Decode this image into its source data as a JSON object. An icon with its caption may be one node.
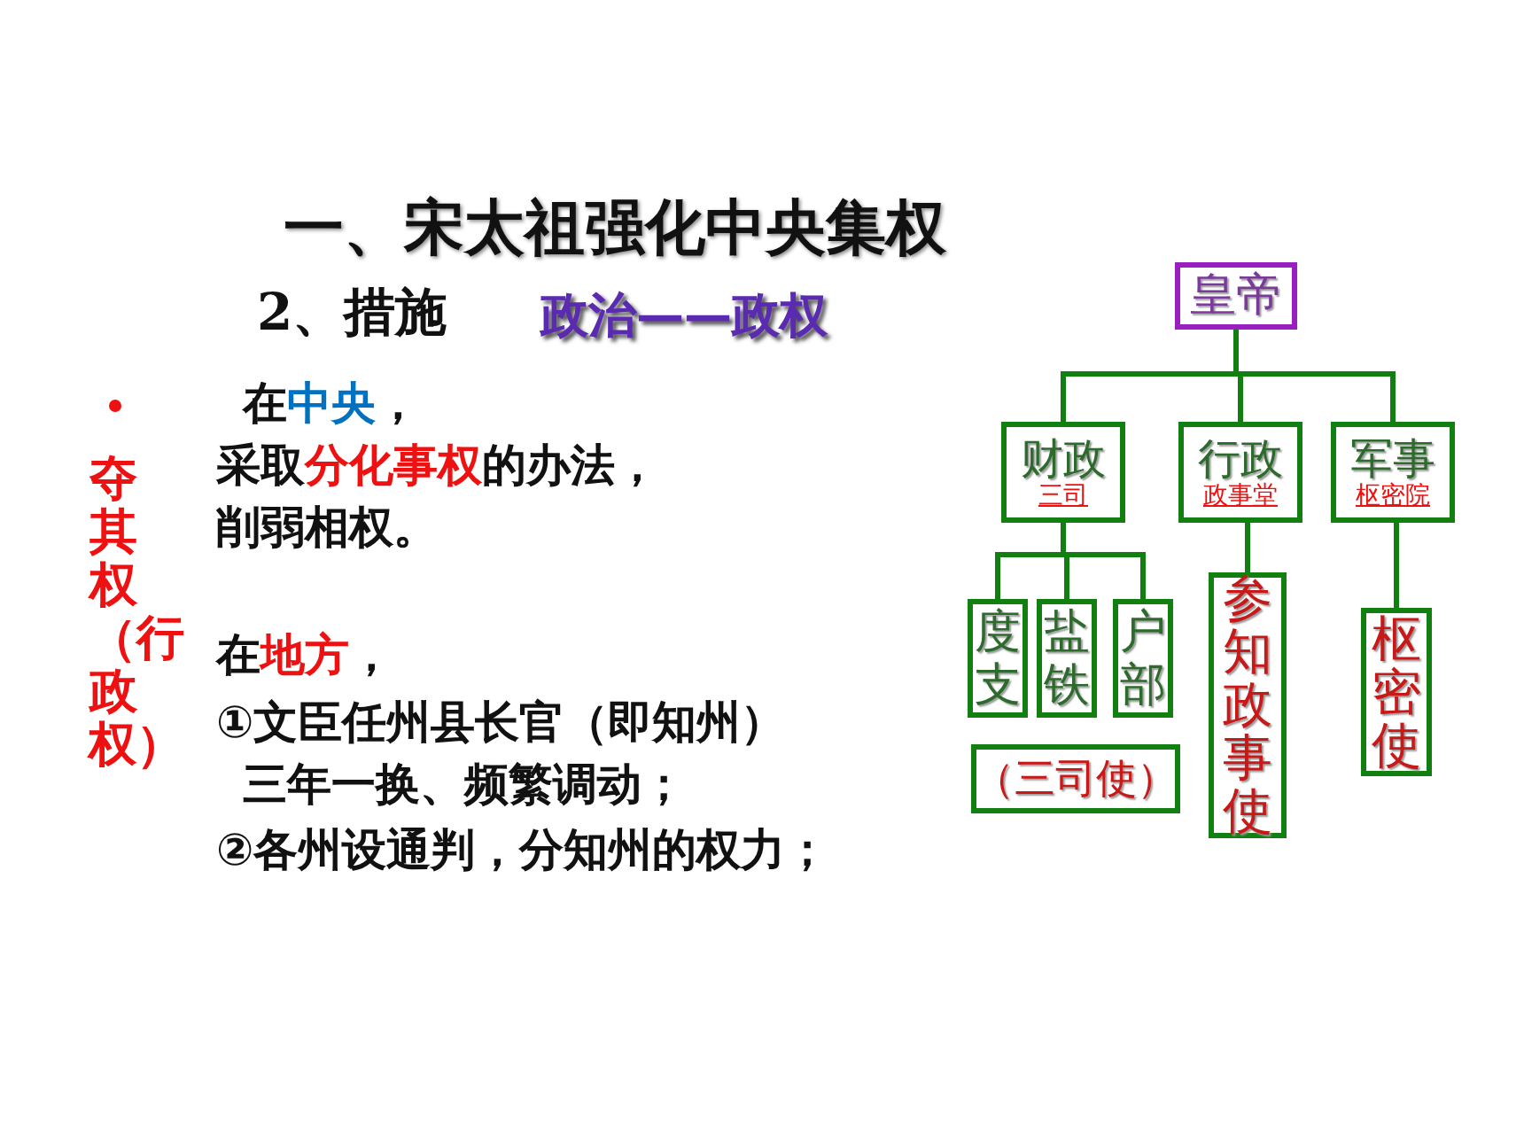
{
  "diagram": {
    "title": "一、宋太祖强化中央集权",
    "nodes": [
      {
        "text": [
          "皇帝"
        ]
      },
      {
        "text": [
          "财政",
          "三司"
        ]
      },
      {
        "text": [
          "行政",
          "政事堂"
        ]
      },
      {
        "text": [
          "军事",
          "枢密院"
        ]
      },
      {
        "text": [
          "度支"
        ]
      },
      {
        "text": [
          "盐铁"
        ]
      },
      {
        "text": [
          "户部"
        ]
      },
      {
        "text": [
          "参知政事使"
        ]
      },
      {
        "text": [
          "枢密使"
        ]
      },
      {
        "text": [
          "（三司使）"
        ]
      }
    ],
    "edges": [
      {
        "from": 0,
        "to": 1,
        "arrow": "none"
      },
      {
        "from": 0,
        "to": 2,
        "arrow": "none"
      },
      {
        "from": 0,
        "to": 3,
        "arrow": "none"
      },
      {
        "from": 1,
        "to": 4,
        "arrow": "none"
      },
      {
        "from": 1,
        "to": 5,
        "arrow": "none"
      },
      {
        "from": 1,
        "to": 6,
        "arrow": "none"
      },
      {
        "from": 2,
        "to": 7,
        "arrow": "none"
      },
      {
        "from": 3,
        "to": 8,
        "arrow": "none"
      }
    ],
    "labels": [
      "2、措施",
      "政治——政权",
      "夺其权（行政权）",
      "在**中央**，",
      "采取**分化事权**的办法，",
      "削弱相权。",
      "在**地方**，",
      "①文臣任州县长官（即知州）",
      "三年一换、频繁调动；",
      "②各州设通判，分知州的权力；"
    ]
  }
}
